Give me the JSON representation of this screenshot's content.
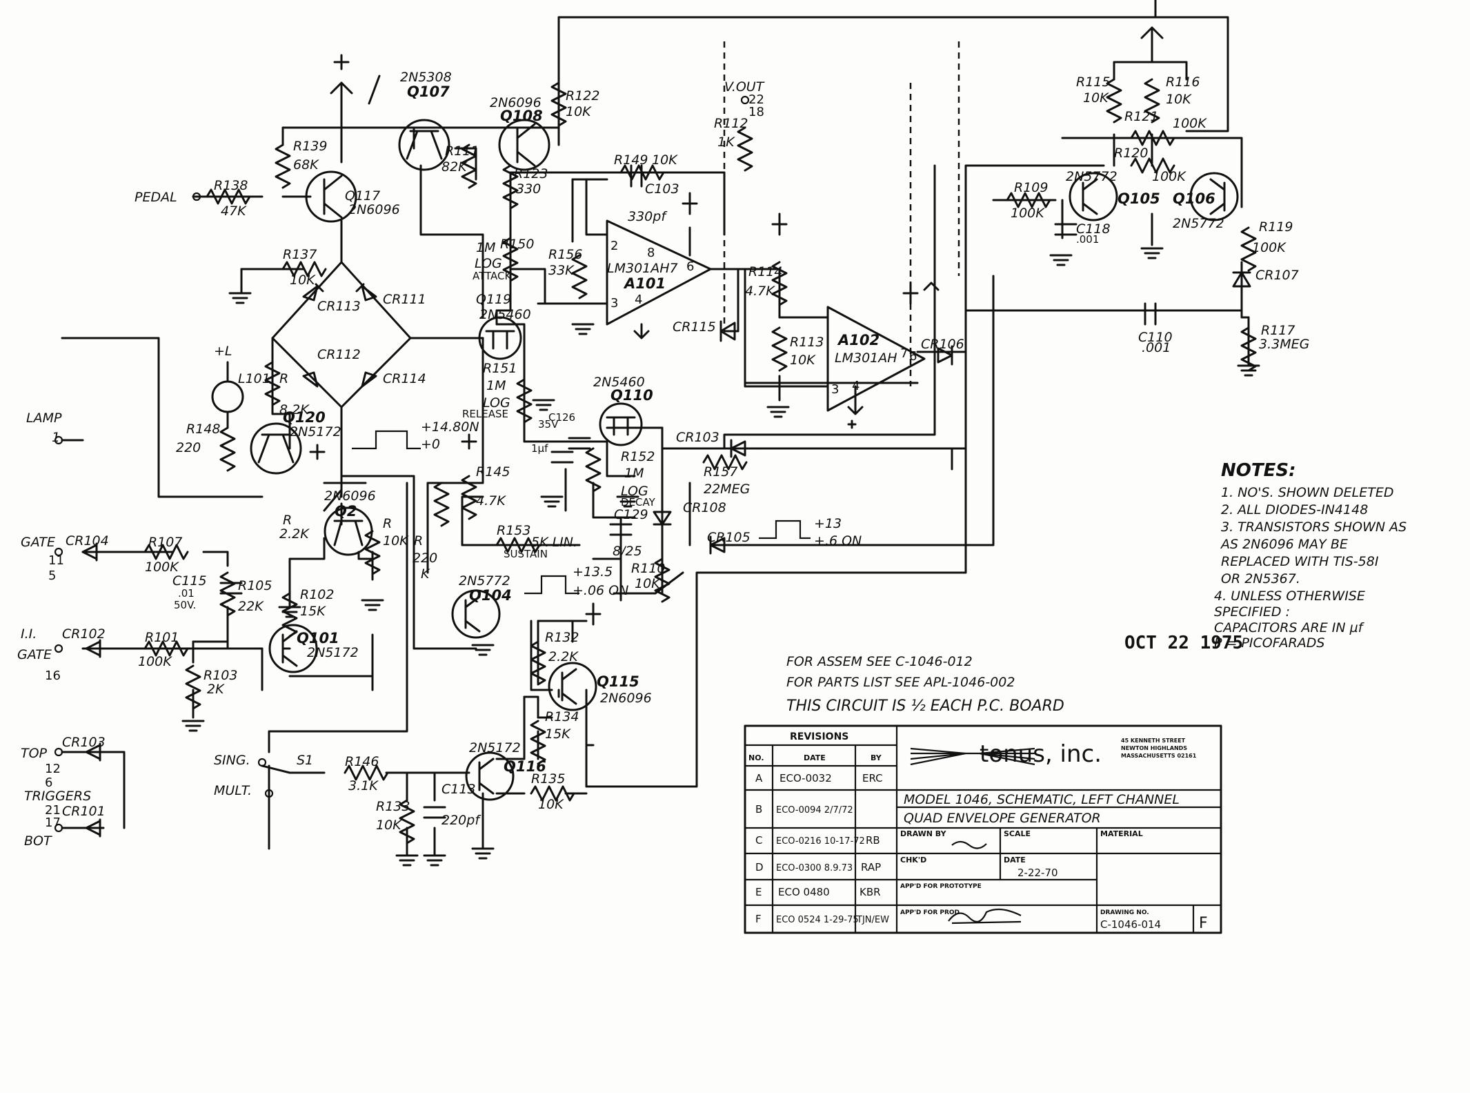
{
  "signals": {
    "pedal": "PEDAL",
    "lamp": "LAMP",
    "lamp_pin": "1",
    "gate": "GATE",
    "gate_pins": [
      "11",
      "5"
    ],
    "int_gate": "I.I.",
    "int_gate2": "GATE",
    "int_gate_pin": "16",
    "top": "TOP",
    "top_pins": [
      "12",
      "6"
    ],
    "triggers": "TRIGGERS",
    "triggers_pins": [
      "21",
      "17"
    ],
    "bot": "BOT",
    "vout": "V.OUT",
    "vout_pins": [
      "22",
      "18"
    ],
    "sing": "SING.",
    "mult": "MULT.",
    "sw": "S1"
  },
  "parts": {
    "q107": [
      "2N5308",
      "Q107"
    ],
    "q108": [
      "2N6096",
      "Q108"
    ],
    "q117": [
      "Q117",
      "2N6096"
    ],
    "r139": [
      "R139",
      "68K"
    ],
    "r138": [
      "R138",
      "47K"
    ],
    "r111": [
      "R111",
      "82K"
    ],
    "r122": [
      "R122",
      "10K"
    ],
    "r123": [
      "R123",
      "330"
    ],
    "r137": [
      "R137",
      "10K"
    ],
    "r149": [
      "R149",
      "10K"
    ],
    "c103": [
      "C103",
      "330pf"
    ],
    "r150": [
      "1M",
      "LOG",
      "ATTACK",
      "R150"
    ],
    "r156": [
      "R156",
      "33K"
    ],
    "a101": [
      "LM301AH7",
      "A101"
    ],
    "r112": [
      "R112",
      "1K"
    ],
    "r114": [
      "R114",
      "4.7K"
    ],
    "r113": [
      "R113",
      "10K"
    ],
    "a102": [
      "A102",
      "LM301AH"
    ],
    "cr106": "CR106",
    "cr115": "CR115",
    "r115": [
      "R115",
      "10K"
    ],
    "r116": [
      "R116",
      "10K"
    ],
    "r121": [
      "R121",
      "100K"
    ],
    "r120": [
      "R120",
      "100K"
    ],
    "q105": [
      "2N5772",
      "Q105"
    ],
    "q106": [
      "Q106",
      "2N5772"
    ],
    "r109": [
      "R109",
      "100K"
    ],
    "c118": [
      "C118",
      ".001"
    ],
    "r119": [
      "R119",
      "100K"
    ],
    "cr107": "CR107",
    "c110": [
      "C110",
      ".001"
    ],
    "r117": [
      "R117",
      "3.3MEG"
    ],
    "cr113": "CR113",
    "cr111": "CR111",
    "cr112": "CR112",
    "cr114": "CR114",
    "q119": [
      "Q119",
      "2N5460"
    ],
    "l101": [
      "+L",
      "L101"
    ],
    "r148": [
      "R148",
      "220"
    ],
    "r1xx": [
      "R",
      "8.2K"
    ],
    "q120": [
      "Q120",
      "2N5172"
    ],
    "r151": [
      "R151",
      "1M",
      "LOG",
      "RELEASE"
    ],
    "pulse1": [
      "+14.80N",
      "+0"
    ],
    "q110": [
      "2N5460",
      "Q110"
    ],
    "c120": [
      "1µf",
      "35V",
      "C126"
    ],
    "r152": [
      "R152",
      "1M",
      "LOG",
      "DECAY"
    ],
    "cr103": "CR103",
    "r157": [
      "R157",
      "22MEG"
    ],
    "r145": [
      "R145",
      "4.7K"
    ],
    "r153": [
      "R153",
      "5K LIN.",
      "SUSTAIN"
    ],
    "c129": [
      "C129",
      "8/25"
    ],
    "cr108": "CR108",
    "cr105": "CR105",
    "pulse2": [
      "+13",
      "+.6 ON"
    ],
    "r110": [
      "R110",
      "10K"
    ],
    "q2": [
      "2N6096",
      "Q2"
    ],
    "r1b": [
      "R",
      "2.2K"
    ],
    "r1c": [
      "R",
      "10K"
    ],
    "r1d": [
      "R",
      "220",
      "K"
    ],
    "r107": [
      "R107",
      "100K"
    ],
    "c115": [
      "C115",
      ".01",
      "50V."
    ],
    "r105": [
      "R105",
      "22K"
    ],
    "r102": [
      "R102",
      "15K"
    ],
    "q101": [
      "Q101",
      "2N5172"
    ],
    "q104": [
      "2N5772",
      "Q104"
    ],
    "pulse3": [
      "+13.5",
      "+.06 ON"
    ],
    "cr104": "CR104",
    "cr102": "CR102",
    "r101": [
      "R101",
      "100K"
    ],
    "r103": [
      "R103",
      "2K"
    ],
    "r132": [
      "R132",
      "2.2K"
    ],
    "q115": [
      "Q115",
      "2N6096"
    ],
    "r134": [
      "R134",
      "15K"
    ],
    "q116": [
      "2N5172",
      "Q116"
    ],
    "r146": [
      "R146",
      "3.1K"
    ],
    "r133": [
      "R133",
      "10K"
    ],
    "c113": [
      "C113",
      "220pf"
    ],
    "r135": [
      "R135",
      "10K"
    ],
    "cr103b": "CR103",
    "cr101": "CR101"
  },
  "notes": {
    "title": "NOTES:",
    "lines": [
      "1. NO'S. SHOWN DELETED",
      "2. ALL DIODES-IN4148",
      "3. TRANSISTORS SHOWN AS",
      "   AS 2N6096 MAY BE",
      "   REPLACED WITH TIS-58I",
      "   OR 2N5367.",
      "4. UNLESS OTHERWISE",
      "   SPECIFIED :",
      "   CAPACITORS ARE IN µf",
      "   P = PICOFARADS"
    ]
  },
  "stamp": "OCT 22 1975",
  "refs": [
    "FOR ASSEM SEE C-1046-012",
    "FOR PARTS LIST SEE APL-1046-002",
    "THIS CIRCUIT IS ½ EACH P.C. BOARD"
  ],
  "title_block": {
    "revisions_header": "REVISIONS",
    "col_no": "NO.",
    "col_date": "DATE",
    "col_by": "BY",
    "rows": [
      {
        "no": "A",
        "date": "ECO-0032",
        "by": "ERC"
      },
      {
        "no": "B",
        "date": "ECO-0094 2/7/72",
        "by": ""
      },
      {
        "no": "C",
        "date": "ECO-0216 10-17-72",
        "by": "RB"
      },
      {
        "no": "D",
        "date": "ECO-0300 8.9.73",
        "by": "RAP"
      },
      {
        "no": "E",
        "date": "ECO 0480",
        "by": "KBR"
      },
      {
        "no": "F",
        "date": "ECO 0524 1-29-75",
        "by": "TJN/EW"
      }
    ],
    "company": "tonus, inc.",
    "address": [
      "45 KENNETH STREET",
      "NEWTON HIGHLANDS",
      "MASSACHUSETTS 02161"
    ],
    "title1": "MODEL 1046, SCHEMATIC, LEFT CHANNEL",
    "title2": "QUAD ENVELOPE GENERATOR",
    "drawn_by": "DRAWN BY",
    "scale": "SCALE",
    "material": "MATERIAL",
    "chkd": "CHK'D",
    "date": "DATE",
    "date_val": "2-22-70",
    "appd_proto": "APP'D FOR PROTOTYPE",
    "appd_prod": "APP'D FOR PROD",
    "drawing_no_label": "DRAWING NO.",
    "drawing_no": "C-1046-014",
    "rev": "F"
  }
}
